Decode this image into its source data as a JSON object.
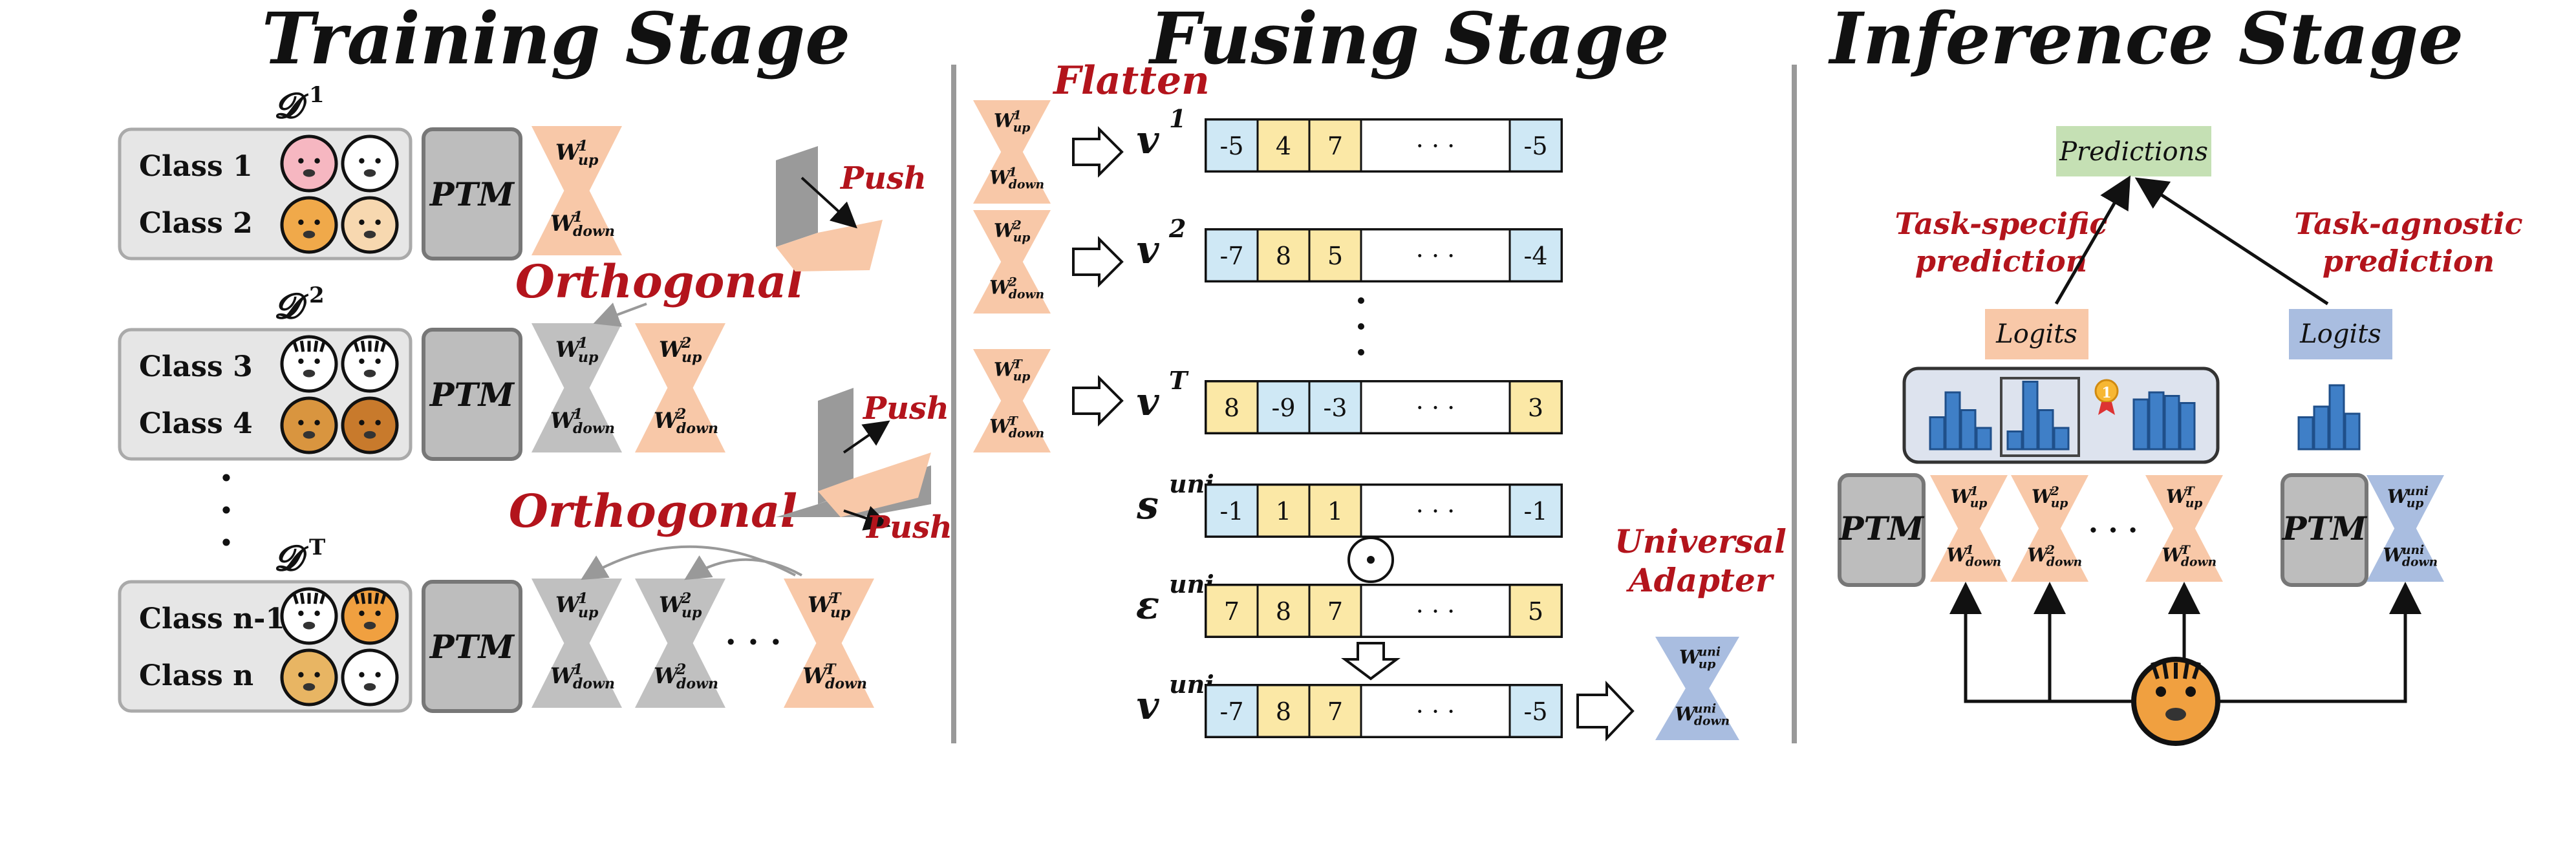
{
  "titles": {
    "training": "Training Stage",
    "fusing": "Fusing Stage",
    "inference": "Inference Stage"
  },
  "training": {
    "tasks": [
      {
        "domain": "𝓓",
        "sup": "1",
        "classes": [
          "Class 1",
          "Class 2"
        ],
        "animals": [
          "pig",
          "pig-outline",
          "cat",
          "cat-face"
        ]
      },
      {
        "domain": "𝓓",
        "sup": "2",
        "classes": [
          "Class 3",
          "Class 4"
        ],
        "animals": [
          "zebra",
          "zebra-outline",
          "dog",
          "dog-face"
        ]
      },
      {
        "domain": "𝓓",
        "sup": "T",
        "classes": [
          "Class n-1",
          "Class n"
        ],
        "animals": [
          "tiger",
          "tiger-full",
          "giraffe",
          "giraffe-outline"
        ]
      }
    ],
    "ptm": "PTM",
    "orthogonal": "Orthogonal",
    "push": "Push",
    "vdots": "·",
    "hdots": "· · ·"
  },
  "adapter_text": {
    "W": "W",
    "up": "up",
    "down": "down",
    "sup1": "1",
    "sup2": "2",
    "supT": "T",
    "supUni": "uni"
  },
  "fusing": {
    "flatten": "Flatten",
    "rows": [
      {
        "label": "v",
        "sup": "1",
        "cells": [
          "-5",
          "4",
          "7",
          "· · ·",
          "-5"
        ],
        "colors": [
          "#cfe8f5",
          "#fbe8a6",
          "#fbe8a6",
          "#ffffff",
          "#cfe8f5"
        ]
      },
      {
        "label": "v",
        "sup": "2",
        "cells": [
          "-7",
          "8",
          "5",
          "· · ·",
          "-4"
        ],
        "colors": [
          "#cfe8f5",
          "#fbe8a6",
          "#fbe8a6",
          "#ffffff",
          "#cfe8f5"
        ]
      },
      {
        "label": "v",
        "sup": "T",
        "cells": [
          "8",
          "-9",
          "-3",
          "· · ·",
          "3"
        ],
        "colors": [
          "#fbe8a6",
          "#cfe8f5",
          "#cfe8f5",
          "#ffffff",
          "#fbe8a6"
        ]
      },
      {
        "label": "s",
        "sup": "uni",
        "cells": [
          "-1",
          "1",
          "1",
          "· · ·",
          "-1"
        ],
        "colors": [
          "#cfe8f5",
          "#fbe8a6",
          "#fbe8a6",
          "#ffffff",
          "#cfe8f5"
        ]
      },
      {
        "label": "ε",
        "sup": "uni",
        "cells": [
          "7",
          "8",
          "7",
          "· · ·",
          "5"
        ],
        "colors": [
          "#fbe8a6",
          "#fbe8a6",
          "#fbe8a6",
          "#ffffff",
          "#fbe8a6"
        ]
      },
      {
        "label": "v",
        "sup": "uni",
        "cells": [
          "-7",
          "8",
          "7",
          "· · ·",
          "-5"
        ],
        "colors": [
          "#cfe8f5",
          "#fbe8a6",
          "#fbe8a6",
          "#ffffff",
          "#cfe8f5"
        ]
      }
    ],
    "odot": "⊙",
    "universal": "Universal",
    "adapter": "Adapter"
  },
  "inference": {
    "predictions": "Predictions",
    "task_specific_1": "Task-specific",
    "task_specific_2": "prediction",
    "task_agnostic_1": "Task-agnostic",
    "task_agnostic_2": "prediction",
    "logits": "Logits",
    "ptm": "PTM",
    "hdots": "· · ·",
    "medal": "1",
    "histograms": [
      [
        0.45,
        0.8,
        0.55,
        0.3
      ],
      [
        0.25,
        0.95,
        0.55,
        0.3
      ],
      [
        0.7,
        0.8,
        0.75,
        0.65
      ]
    ],
    "agnostic_hist": [
      0.45,
      0.6,
      0.9,
      0.5
    ]
  },
  "colors": {
    "orange": "#f8c8a8",
    "gray": "#c0c0c0",
    "blue": "#a9bde0",
    "green": "#c5e0b4",
    "red": "#b3141c"
  }
}
